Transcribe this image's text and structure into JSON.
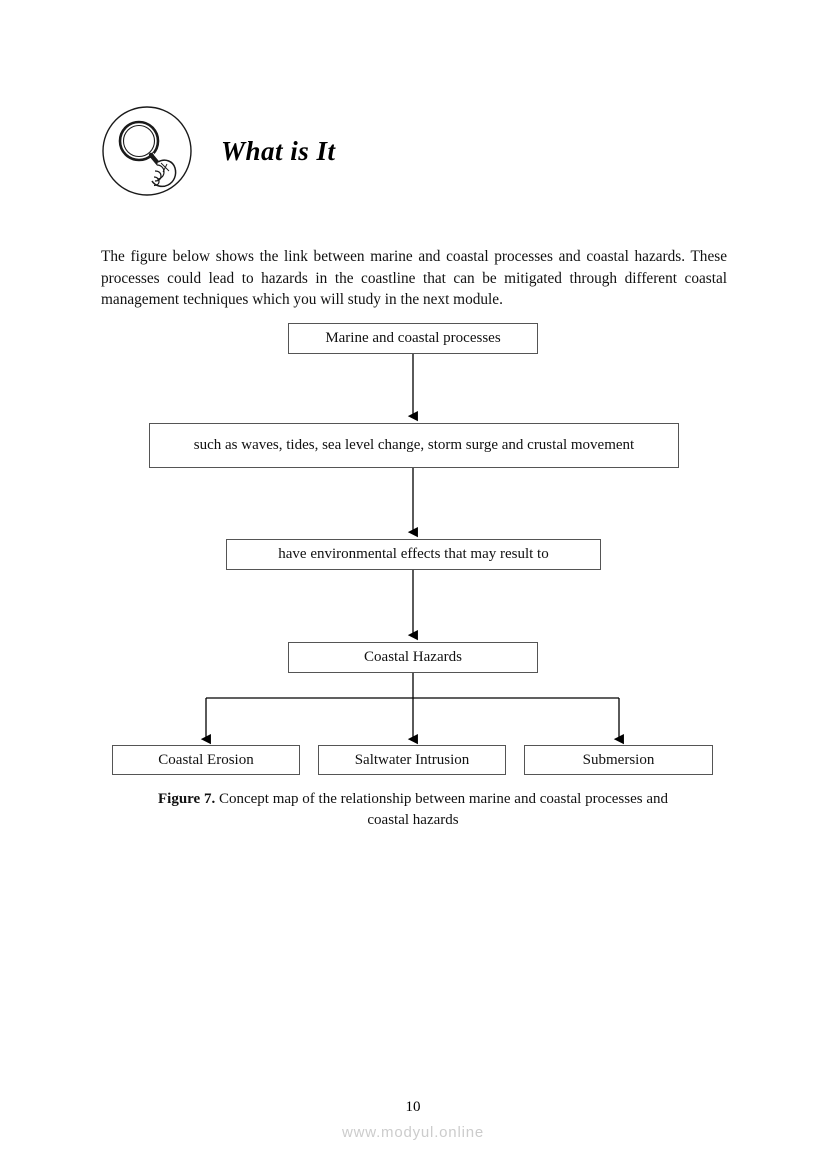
{
  "header": {
    "icon": "magnifier-in-hand-icon",
    "title": "What is It"
  },
  "intro": {
    "paragraph": "The figure below shows the link between marine and coastal processes and coastal hazards. These processes could lead to hazards in the coastline that can be mitigated through different coastal management techniques which you will study in the next module."
  },
  "figure": {
    "caption_label": "Figure 7.",
    "caption_text": " Concept map of the relationship between marine and coastal processes and coastal hazards",
    "boxes": [
      {
        "id": "processes",
        "label": "Marine and coastal processes"
      },
      {
        "id": "such_as",
        "label": "such as waves, tides, sea level change, storm surge and crustal movement"
      },
      {
        "id": "effects",
        "label": "have environmental effects that may result to"
      },
      {
        "id": "hazards",
        "label": "Coastal Hazards"
      },
      {
        "id": "erosion",
        "label": "Coastal Erosion"
      },
      {
        "id": "saltwater",
        "label": "Saltwater Intrusion"
      },
      {
        "id": "submersion",
        "label": "Submersion"
      }
    ]
  },
  "footer": {
    "page_number": "10",
    "watermark": "www.modyul.online"
  },
  "colors": {
    "text": "#111111",
    "box_border": "#555555",
    "connector": "#000000",
    "watermark": "#cccccc",
    "page_background": "#ffffff"
  }
}
